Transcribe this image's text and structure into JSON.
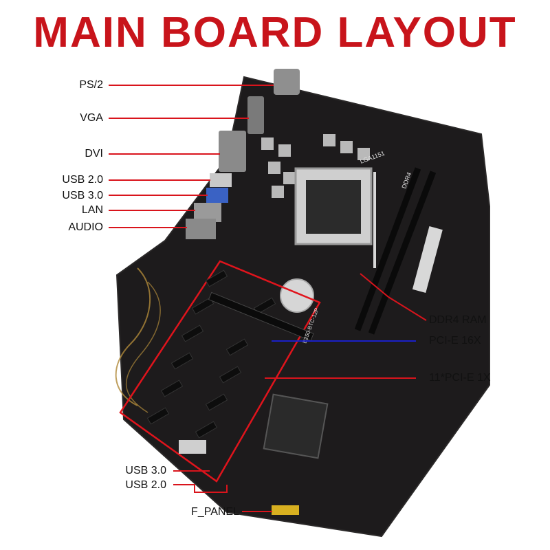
{
  "title": "MAIN BOARD LAYOUT",
  "colors": {
    "title": "#c8141b",
    "leader_red": "#d9141c",
    "leader_blue": "#1a20c8",
    "board": "#1d1b1c",
    "highlight_box": "#e0141c"
  },
  "labels": {
    "ps2": "PS/2",
    "vga": "VGA",
    "dvi": "DVI",
    "usb20_rear": "USB 2.0",
    "usb30_rear": "USB 3.0",
    "lan": "LAN",
    "audio": "AUDIO",
    "ddr4": "DDR4 RAM",
    "pcie16": "PCI-E  16X",
    "pcie1": "11*PCI-E  1X",
    "usb30_header": "USB 3.0",
    "usb20_header": "USB 2.0",
    "fpanel": "F_PANEL"
  },
  "silkscreen": {
    "socket": "LGA1151",
    "memory": "DDR4",
    "model": "B250-BTC-12P"
  }
}
